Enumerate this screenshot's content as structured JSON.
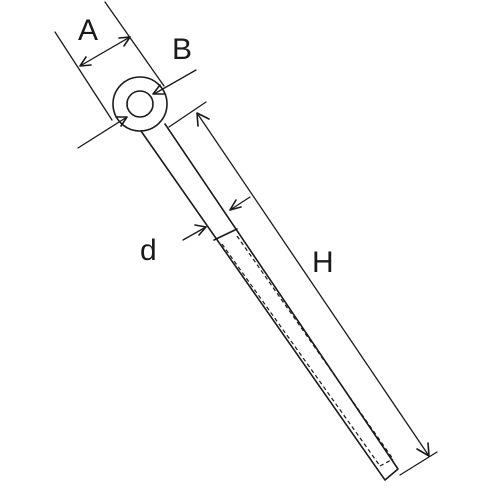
{
  "labels": {
    "A": "A",
    "B": "B",
    "d": "d",
    "H": "H"
  },
  "colors": {
    "line": "#1a1a1a",
    "background": "#ffffff"
  }
}
